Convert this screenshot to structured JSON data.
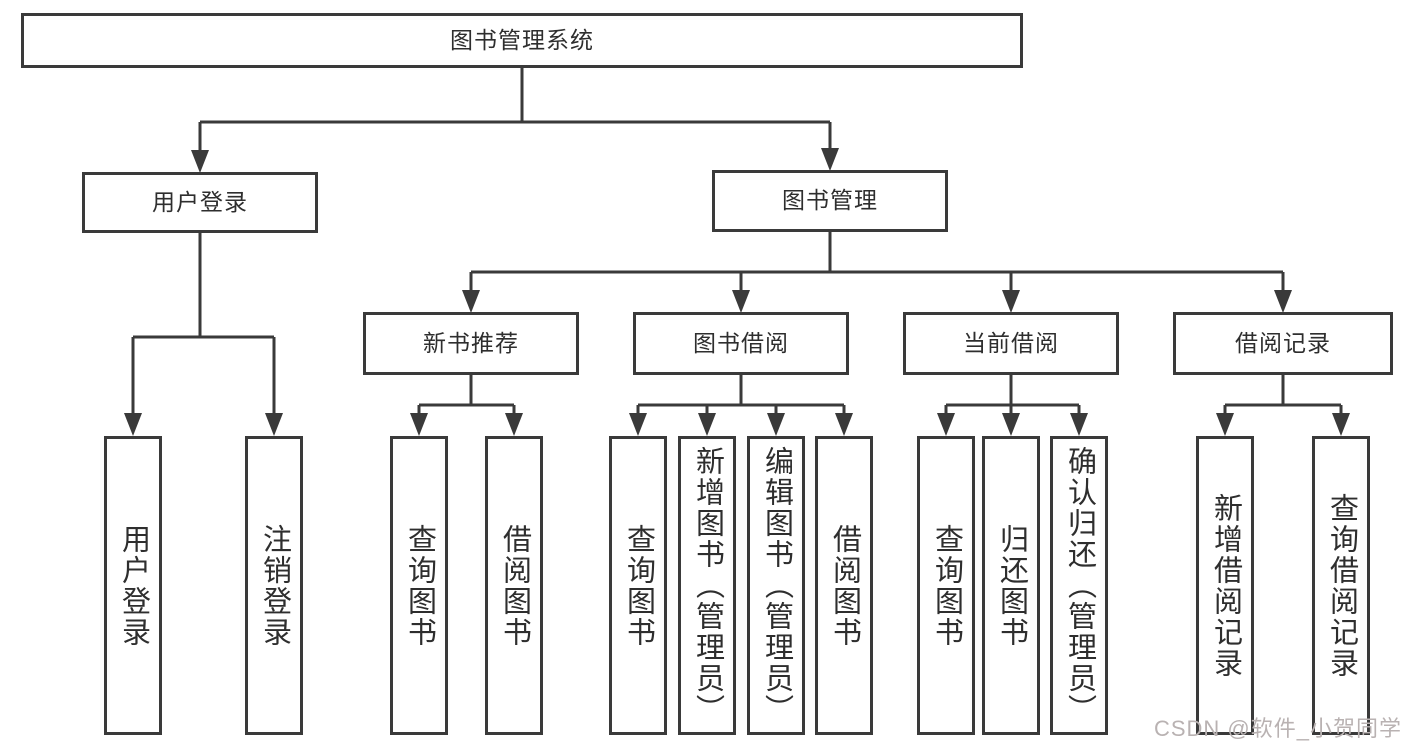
{
  "tree": {
    "label": "图书管理系统",
    "children": [
      {
        "label": "用户登录",
        "children": [
          {
            "label": "用户登录"
          },
          {
            "label": "注销登录"
          }
        ]
      },
      {
        "label": "图书管理",
        "children": [
          {
            "label": "新书推荐",
            "children": [
              {
                "label": "查询图书"
              },
              {
                "label": "借阅图书"
              }
            ]
          },
          {
            "label": "图书借阅",
            "children": [
              {
                "label": "查询图书"
              },
              {
                "label": "新增图书（管理员）"
              },
              {
                "label": "编辑图书（管理员）"
              },
              {
                "label": "借阅图书"
              }
            ]
          },
          {
            "label": "当前借阅",
            "children": [
              {
                "label": "查询图书"
              },
              {
                "label": "归还图书"
              },
              {
                "label": "确认归还（管理员）"
              }
            ]
          },
          {
            "label": "借阅记录",
            "children": [
              {
                "label": "新增借阅记录"
              },
              {
                "label": "查询借阅记录"
              }
            ]
          }
        ]
      }
    ]
  },
  "watermark": {
    "text": "CSDN @软件_小贺同学"
  },
  "colors": {
    "line": "#3a3a3a",
    "text": "#2e2e2e",
    "box_background": "#ffffff",
    "watermark": "#b9b2b2",
    "background": "#ffffff"
  }
}
